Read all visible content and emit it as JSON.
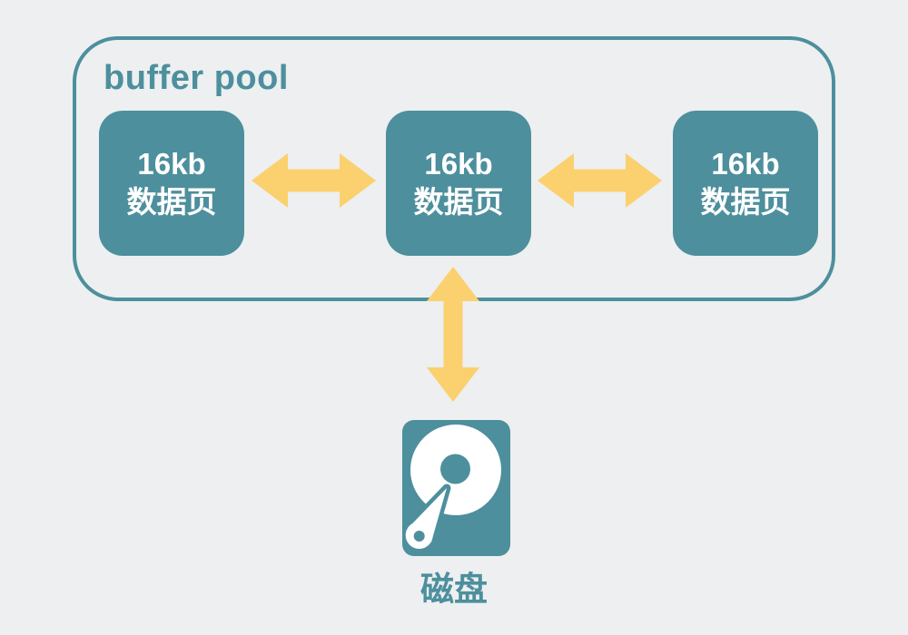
{
  "diagram": {
    "title": "buffer pool",
    "pages": [
      {
        "line1": "16kb",
        "line2": "数据页"
      },
      {
        "line1": "16kb",
        "line2": "数据页"
      },
      {
        "line1": "16kb",
        "line2": "数据页"
      }
    ],
    "disk": {
      "label": "磁盘"
    },
    "icons": [
      {
        "name": "left-right-arrow-icon",
        "meaning": "bidirectional link between data pages"
      },
      {
        "name": "left-right-arrow-icon",
        "meaning": "bidirectional link between data pages"
      },
      {
        "name": "up-down-arrow-icon",
        "meaning": "bidirectional transfer between buffer pool and disk"
      },
      {
        "name": "hard-disk-icon",
        "meaning": "disk storage"
      }
    ]
  },
  "colors": {
    "teal": "#4d8f9d",
    "arrow_yellow": "#fbd06e",
    "background": "#edeff0",
    "box_text": "#ffffff"
  }
}
